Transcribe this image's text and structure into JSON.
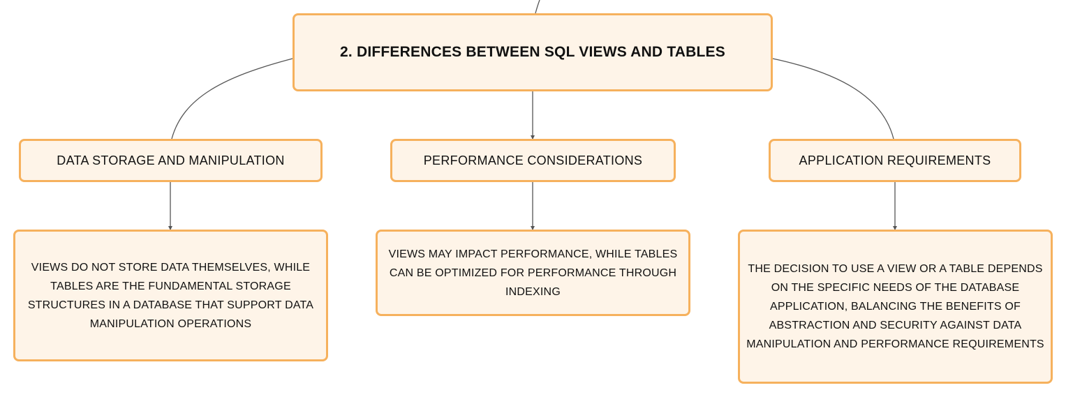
{
  "root": {
    "label": "2. DIFFERENCES BETWEEN SQL VIEWS AND TABLES"
  },
  "branches": [
    {
      "label": "DATA STORAGE AND MANIPULATION",
      "detail": "VIEWS DO NOT STORE DATA THEMSELVES, WHILE TABLES ARE THE FUNDAMENTAL STORAGE STRUCTURES IN A DATABASE THAT SUPPORT DATA MANIPULATION OPERATIONS"
    },
    {
      "label": "PERFORMANCE CONSIDERATIONS",
      "detail": "VIEWS MAY IMPACT PERFORMANCE, WHILE TABLES CAN BE OPTIMIZED FOR PERFORMANCE THROUGH INDEXING"
    },
    {
      "label": "APPLICATION REQUIREMENTS",
      "detail": "THE DECISION TO USE A VIEW OR A TABLE DEPENDS ON THE SPECIFIC NEEDS OF THE DATABASE APPLICATION, BALANCING THE BENEFITS OF ABSTRACTION AND SECURITY AGAINST DATA MANIPULATION AND PERFORMANCE REQUIREMENTS"
    }
  ],
  "colors": {
    "node_fill": "#fef4e8",
    "node_border": "#f6b15d",
    "connector": "#555555",
    "text": "#111111"
  }
}
